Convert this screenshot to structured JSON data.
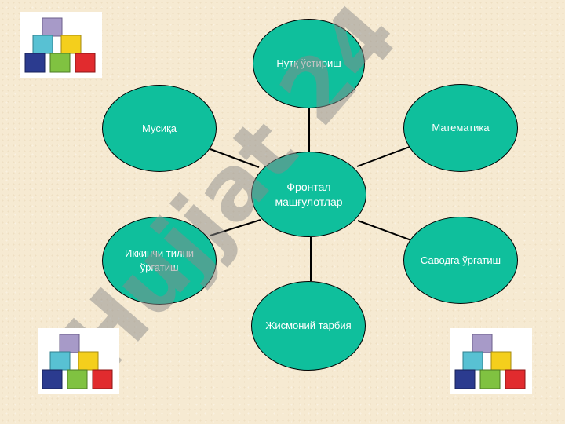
{
  "diagram": {
    "center": {
      "label": "Фронтал машғулотлар"
    },
    "nodes": [
      {
        "id": "speech",
        "label": "Нутқ ўстириш"
      },
      {
        "id": "math",
        "label": "Математика"
      },
      {
        "id": "literacy",
        "label": "Саводга ўргатиш"
      },
      {
        "id": "physical",
        "label": "Жисмоний тарбия"
      },
      {
        "id": "second-language",
        "label": "Иккинчи тилни ўргатиш"
      },
      {
        "id": "music",
        "label": "Мусиқа"
      }
    ]
  },
  "watermark": {
    "text": "Hujjat 24"
  },
  "colors": {
    "node_fill": "#0fbf9c",
    "node_border": "#000000",
    "text": "#ffffff",
    "watermark_gray": "#8a8a8a",
    "watermark_purple": "#9b6fb4"
  },
  "decor": {
    "icon": "toy-blocks-icon"
  }
}
